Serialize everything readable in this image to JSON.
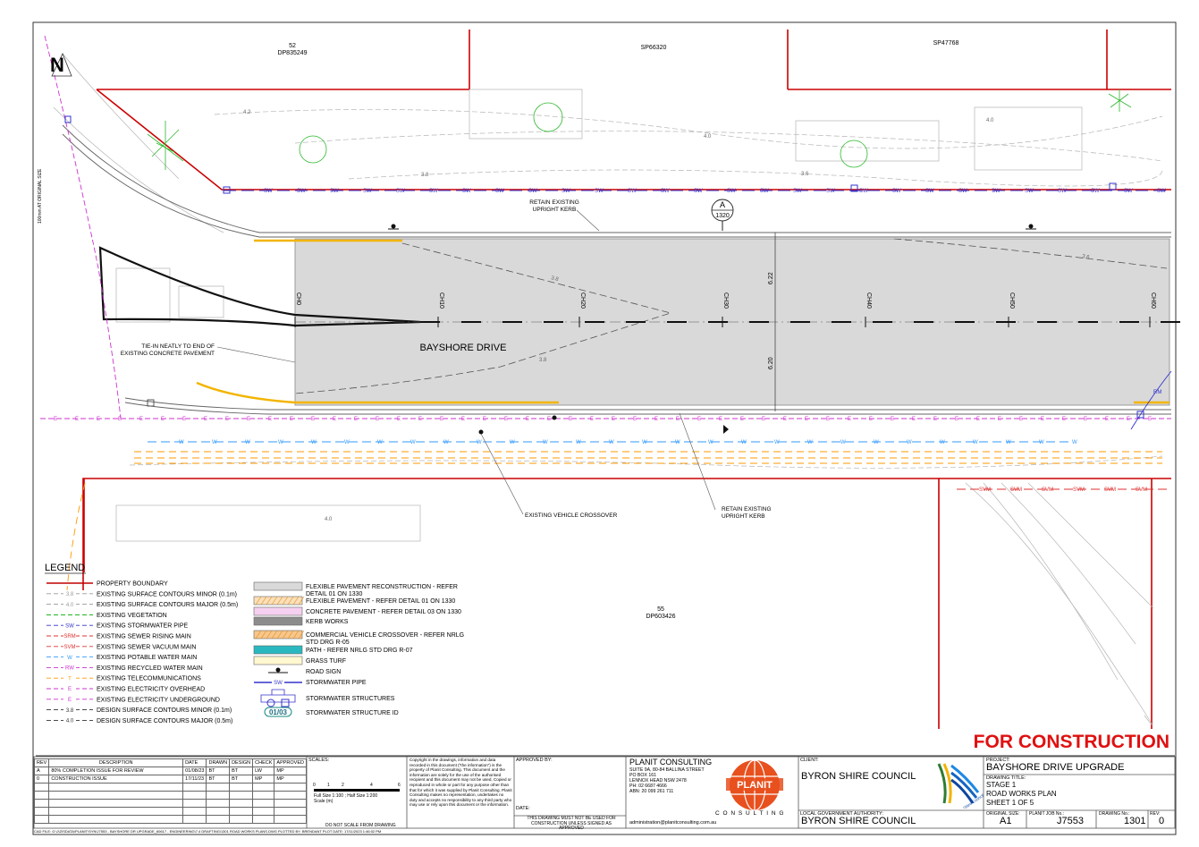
{
  "lots": {
    "lot52": "52",
    "dp52": "DP835249",
    "sp1": "SP66320",
    "sp2": "SP47768",
    "lot55": "55",
    "dp55": "DP603426"
  },
  "road": {
    "name": "BAYSHORE DRIVE",
    "chainages": [
      "CH0",
      "CH10",
      "CH20",
      "CH30",
      "CH40",
      "CH50",
      "CH60"
    ],
    "width_top": "6.22",
    "width_bottom": "6.20",
    "contours": [
      "4.2",
      "4.0",
      "4.0",
      "3.8",
      "3.6",
      "3.8",
      "3.8",
      "3.6",
      "4.0"
    ]
  },
  "section_marker": {
    "letter": "A",
    "sheet": "1320"
  },
  "annotations": {
    "retain_kerb_top": [
      "RETAIN EXISTING",
      "UPRIGHT KERB"
    ],
    "tie_in": [
      "TIE-IN NEATLY TO END OF",
      "EXISTING CONCRETE PAVEMENT"
    ],
    "vehicle_crossover": "EXISTING VEHICLE CROSSOVER",
    "retain_kerb_bottom": [
      "RETAIN EXISTING",
      "UPRIGHT KERB"
    ]
  },
  "services": {
    "sw": "SW",
    "w": "W",
    "e": "E",
    "t": "T",
    "svm": "SVM",
    "rm": "RM"
  },
  "legend": {
    "title": "LEGEND",
    "left": [
      {
        "sym": "",
        "label": "PROPERTY BOUNDARY",
        "color": "#c00000"
      },
      {
        "sym": "3.8",
        "label": "EXISTING SURFACE CONTOURS MINOR (0.1m)",
        "color": "#999999"
      },
      {
        "sym": "4.0",
        "label": "EXISTING SURFACE CONTOURS MAJOR (0.5m)",
        "color": "#999999"
      },
      {
        "sym": "",
        "label": "EXISTING VEGETATION",
        "color": "#00aa00"
      },
      {
        "sym": "SW",
        "label": "EXISTING STORMWATER PIPE",
        "color": "#3333cc"
      },
      {
        "sym": "SRM",
        "label": "EXISTING SEWER RISING MAIN",
        "color": "#e03030"
      },
      {
        "sym": "SVM",
        "label": "EXISTING SEWER VACUUM MAIN",
        "color": "#e03030"
      },
      {
        "sym": "W",
        "label": "EXISTING POTABLE WATER MAIN",
        "color": "#3399ff"
      },
      {
        "sym": "RW",
        "label": "EXISTING RECYCLED WATER MAIN",
        "color": "#cc33cc"
      },
      {
        "sym": "T",
        "label": "EXISTING TELECOMMUNICATIONS",
        "color": "#ff9900"
      },
      {
        "sym": "E",
        "label": "EXISTING ELECTRICITY OVERHEAD",
        "color": "#cc33cc"
      },
      {
        "sym": "E",
        "label": "EXISTING ELECTRICITY UNDERGROUND",
        "color": "#cc33cc"
      },
      {
        "sym": "3.8",
        "label": "DESIGN SURFACE CONTOURS MINOR (0.1m)",
        "color": "#333333"
      },
      {
        "sym": "4.0",
        "label": "DESIGN SURFACE CONTOURS MAJOR (0.5m)",
        "color": "#333333"
      }
    ],
    "right": [
      {
        "label": "FLEXIBLE PAVEMENT RECONSTRUCTION - REFER",
        "label2": "DETAIL 01 ON 1330"
      },
      {
        "label": "FLEXIBLE PAVEMENT - REFER DETAIL 01 ON 1330",
        "label2": ""
      },
      {
        "label": "CONCRETE PAVEMENT - REFER DETAIL 03 ON 1330",
        "label2": ""
      },
      {
        "label": "KERB WORKS",
        "label2": ""
      },
      {
        "label": "COMMERCIAL VEHICLE CROSSOVER - REFER NRLG",
        "label2": "STD DRG R-05"
      },
      {
        "label": "PATH - REFER NRLG STD DRG R-07",
        "label2": ""
      },
      {
        "label": "GRASS TURF",
        "label2": ""
      },
      {
        "label": "ROAD SIGN",
        "label2": ""
      },
      {
        "label": "STORMWATER PIPE",
        "label2": ""
      },
      {
        "label": "STORMWATER STRUCTURES",
        "label2": ""
      },
      {
        "label": "STORMWATER STRUCTURE ID",
        "label2": ""
      }
    ],
    "sw_id": "01/03",
    "sw_label": "SW"
  },
  "stamp": "FOR CONSTRUCTION",
  "title_block": {
    "rev_headers": [
      "REV",
      "DESCRIPTION",
      "DATE",
      "DRAWN",
      "DESIGN",
      "CHECK",
      "APPROVED"
    ],
    "revisions": [
      [
        "A",
        "80% COMPLETION ISSUE FOR REVIEW",
        "01/08/23",
        "BT",
        "BT",
        "LW",
        "MP"
      ],
      [
        "0",
        "CONSTRUCTION ISSUE",
        "17/11/23",
        "BT",
        "BT",
        "MP",
        "MP"
      ]
    ],
    "scales_label": "SCALES:",
    "scale_ticks": [
      "0",
      "1",
      "2",
      "4",
      "6"
    ],
    "scale_text": "Full Size 1:100 ; Half Size 1:200",
    "scale_unit": "Scale (m)",
    "do_not_scale": "DO NOT SCALE FROM DRAWING",
    "copyright": "Copyright in the drawings, information and data recorded in this document (\"the information\") is the property of Planit Consulting. This document and the information are solely for the use of the authorised recipient and this document may not be used, Copied or reproduced in whole or part for any purpose other than that for which it was supplied by Planit Consulting. Planit Consulting makes no representation, undertakes no duty and accepts no responsibility to any third party who may use or rely upon this document or the information.",
    "approved_by": "APPROVED BY:",
    "date_label": "DATE:",
    "not_for_construction": "THIS DRAWING MUST NOT BE USED FOR CONSTRUCTION UNLESS SIGNED AS APPROVED",
    "company": "PLANIT CONSULTING",
    "address": [
      "SUITE 9A, 80-84 BALLINA STREET",
      "PO BOX 161",
      "LENNOX HEAD NSW 2478",
      "PH: 02 6687 4666",
      "ABN: 20 099 261 711"
    ],
    "email": "administration@planitconsulting.com.au",
    "logo_text": "PLANIT",
    "logo_sub": "C O N S U L T I N G",
    "client_label": "CLIENT:",
    "client": "BYRON SHIRE COUNCIL",
    "lga_label": "LOCAL GOVERNMENT AUTHORITY:",
    "lga": "BYRON SHIRE COUNCIL",
    "council_logo_text": "Byron Shire Council",
    "project_label": "PROJECT:",
    "project": "BAYSHORE DRIVE UPGRADE",
    "drawing_title_label": "DRAWING TITLE:",
    "drawing_title": [
      "STAGE 1",
      "ROAD WORKS PLAN",
      "SHEET 1 OF 5"
    ],
    "orig_size_label": "ORIGINAL SIZE:",
    "orig_size": "A1",
    "job_label": "PLANIT JOB No.:",
    "job": "J7553",
    "drawing_no_label": "DRAWING No.:",
    "drawing_no": "1301",
    "rev_label": "REV:",
    "rev": "0",
    "cad_file": "CAD FILE: G:\\J\\ZISDATA\\PLANIT\\SYN\\J7553 - BAYSHORE DR UPGRADE_60617 - ENGINEERING\\7.4 DRAFTING\\1301 ROAD WORKS PLANS.DWG PLOTTED BY: BRENDANT  PLOT DATE: 17/11/2023 1:46:02 PM",
    "side_note": "100mm AT ORIGINAL SIZE"
  }
}
